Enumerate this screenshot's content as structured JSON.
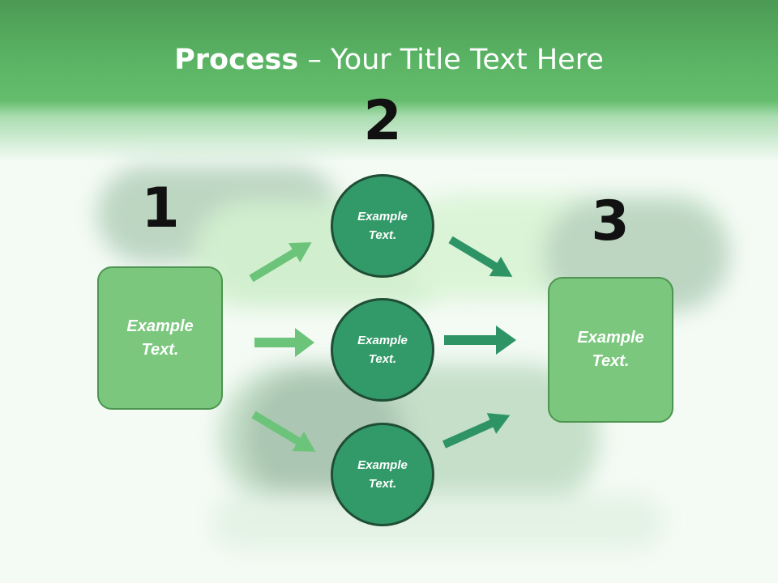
{
  "title": {
    "bold": "Process",
    "rest": " – Your Title Text Here"
  },
  "steps": {
    "one": "1",
    "two": "2",
    "three": "3"
  },
  "nodes": {
    "left_box": "Example Text.",
    "circle_top": "Example Text.",
    "circle_mid": "Example Text.",
    "circle_bottom": "Example Text.",
    "right_box": "Example Text."
  },
  "colors": {
    "header": "#5bb565",
    "box_fill": "#7bc77d",
    "circle_fill": "#329a68",
    "arrow_light": "#6cc47a",
    "arrow_dark": "#2e9466"
  }
}
